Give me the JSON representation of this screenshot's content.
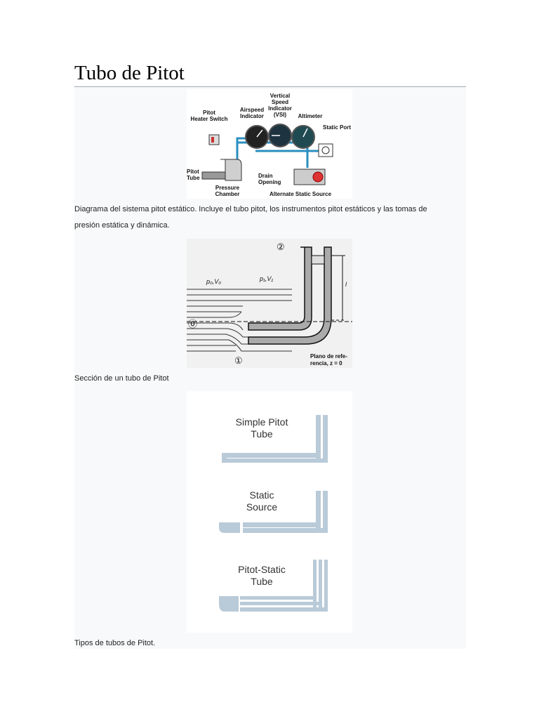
{
  "page": {
    "title": "Tubo de Pitot"
  },
  "figures": [
    {
      "caption": "Diagrama del sistema pitot estático. Incluye el tubo pitot, los instrumentos pitot estáticos y las tomas de presión estática y dinámica.",
      "labels": {
        "vsi": [
          "Vertical",
          "Speed",
          "Indicator",
          "(VSI)"
        ],
        "airspeed": [
          "Airspeed",
          "Indicator"
        ],
        "altimeter": "Altimeter",
        "heater": [
          "Pitot",
          "Heater Switch"
        ],
        "static_port": "Static Port",
        "pitot_tube": [
          "Pitot",
          "Tube"
        ],
        "drain": [
          "Drain",
          "Opening"
        ],
        "pressure": [
          "Pressure",
          "Chamber"
        ],
        "alternate": "Alternate Static Source"
      }
    },
    {
      "caption": "Sección de un tubo de Pitot",
      "labels": {
        "p0v0": "p₀,V₀",
        "p1v1": "p₁,V₁",
        "n0": "⓪",
        "n1": "①",
        "n2": "②",
        "l": "l",
        "plano": [
          "Plano de refe-",
          "rencia, z = 0"
        ]
      }
    },
    {
      "caption": "Tipos de tubos de Pitot.",
      "labels": {
        "simple": [
          "Simple Pitot",
          "Tube"
        ],
        "static": [
          "Static",
          "Source"
        ],
        "pitot_static": [
          "Pitot-Static",
          "Tube"
        ]
      }
    }
  ],
  "colors": {
    "tube_blue": "#2a8fbf",
    "tube_gray": "#b9cad8",
    "rule": "#a2a9b1"
  }
}
